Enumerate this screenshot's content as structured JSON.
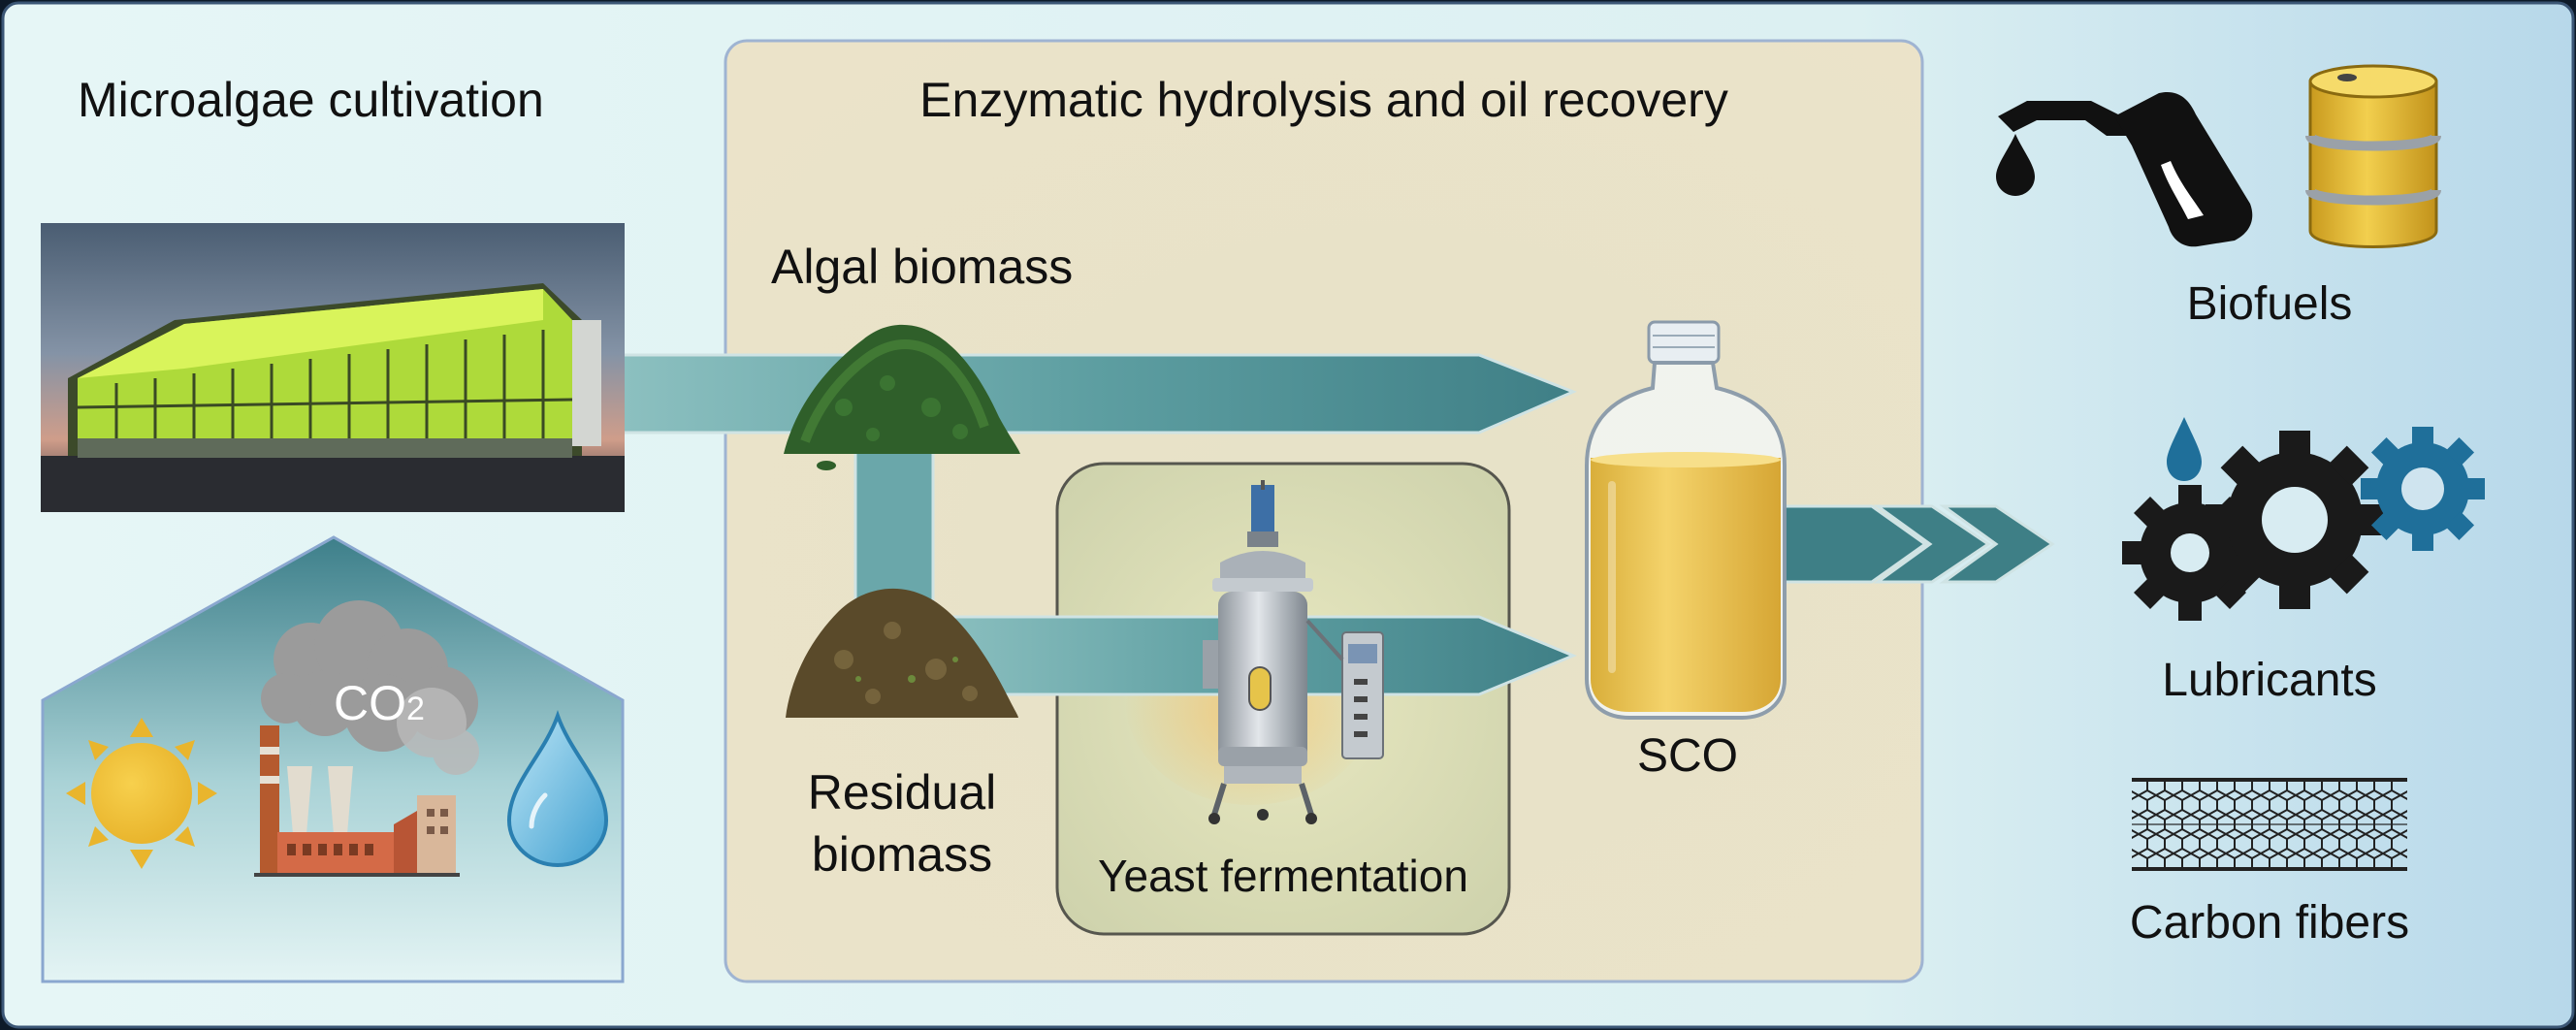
{
  "sections": {
    "cultivation_title": "Microalgae cultivation",
    "hydrolysis_title": "Enzymatic hydrolysis and oil recovery"
  },
  "labels": {
    "algal_biomass": "Algal biomass",
    "residual_biomass_line1": "Residual",
    "residual_biomass_line2": "biomass",
    "yeast_fermentation": "Yeast fermentation",
    "sco": "SCO",
    "co2_main": "CO",
    "co2_sub": "2"
  },
  "products": {
    "biofuels": "Biofuels",
    "lubricants": "Lubricants",
    "carbon_fibers": "Carbon fibers"
  },
  "icons": [
    "greenhouse-photo",
    "house-outline-icon",
    "sun-icon",
    "factory-icon",
    "smoke-cloud-icon",
    "water-drop-icon",
    "algal-biomass-pile-icon",
    "residual-biomass-pile-icon",
    "bioreactor-icon",
    "oil-bottle-icon",
    "fuel-nozzle-icon",
    "oil-barrel-icon",
    "gears-icon",
    "carbon-nanotube-icon"
  ],
  "colors": {
    "background_left": "#e8f7f6",
    "background_right": "#bcdcec",
    "panel_fill": "#ece4cc",
    "panel_border": "#9fb4d2",
    "arrow_fill": "#4f8e91",
    "oil": "#e8c24e",
    "gear_dark": "#1a1a1a",
    "gear_blue": "#1f6f9a"
  }
}
